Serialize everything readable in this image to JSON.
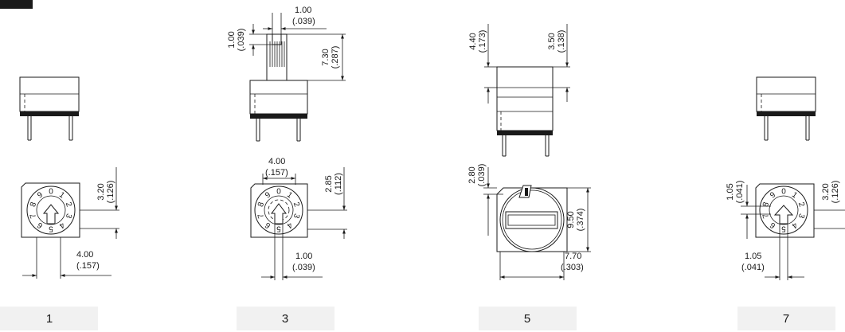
{
  "variants": [
    {
      "label": "1",
      "dims": {
        "side_a_mm": "3.20",
        "side_a_in": "(.126)",
        "width_mm": "4.00",
        "width_in": "(.157)"
      },
      "dial_digits": [
        "0",
        "1",
        "2",
        "3",
        "4",
        "5",
        "6",
        "7",
        "8",
        "9"
      ]
    },
    {
      "label": "3",
      "dims": {
        "shaft_w_mm": "1.00",
        "shaft_w_in": "(.039)",
        "shaft_off_mm": "1.00",
        "shaft_off_in": "(.039)",
        "shaft_h_mm": "7.30",
        "shaft_h_in": "(.287)",
        "top_w_mm": "4.00",
        "top_w_in": "(.157)",
        "side_mm": "2.85",
        "side_in": "(.112)",
        "bottom_mm": "1.00",
        "bottom_in": "(.039)"
      },
      "dial_digits": [
        "0",
        "1",
        "2",
        "3",
        "4",
        "5",
        "6",
        "7",
        "8",
        "9"
      ]
    },
    {
      "label": "5",
      "dims": {
        "h1_mm": "4.40",
        "h1_in": "(.173)",
        "h2_mm": "3.50",
        "h2_in": "(.138)",
        "off_mm": "2.80",
        "off_in": "(.039)",
        "dia_mm": "9.50",
        "dia_in": "(.374)",
        "w_mm": "7.70",
        "w_in": "(.303)"
      }
    },
    {
      "label": "7",
      "dims": {
        "left_mm": "1.05",
        "left_in": "(.041)",
        "side_mm": "3.20",
        "side_in": "(.126)",
        "bottom_mm": "1.05",
        "bottom_in": "(.041)"
      },
      "dial_digits": [
        "0",
        "1",
        "2",
        "3",
        "4",
        "5",
        "6",
        "7",
        "8",
        "9"
      ]
    }
  ]
}
